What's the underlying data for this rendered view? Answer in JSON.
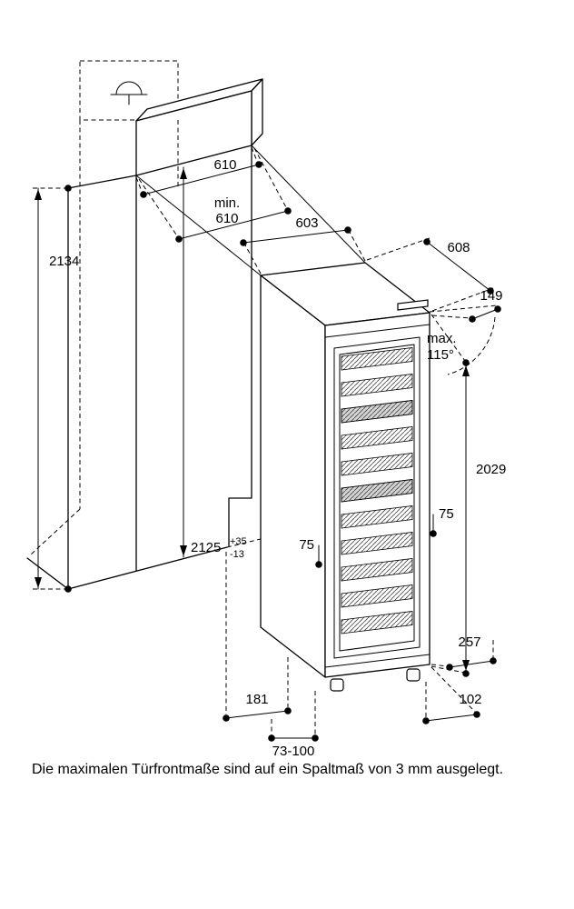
{
  "caption": "Die maximalen Türfrontmaße sind auf ein Spaltmaß von 3 mm ausgelegt.",
  "colors": {
    "line": "#000000",
    "shelf_shade": "#d4d4d4"
  },
  "dimensions": {
    "total_height": "2134",
    "top_panel_width": "610",
    "min_width_line1": "min.",
    "min_width_line2": "610",
    "appliance_width": "603",
    "appliance_depth": "608",
    "top_offset": "149",
    "door_angle_line1": "max.",
    "door_angle_line2": "115°",
    "appliance_height": "2029",
    "hinge_offset_left": "75",
    "hinge_offset_right": "75",
    "niche_height": "2125",
    "niche_height_tol_plus": "+35",
    "niche_height_tol_minus": "-13",
    "rear_clearance": "257",
    "bottom_left": "181",
    "bottom_right": "102",
    "plinth_height_range": "73-100"
  }
}
